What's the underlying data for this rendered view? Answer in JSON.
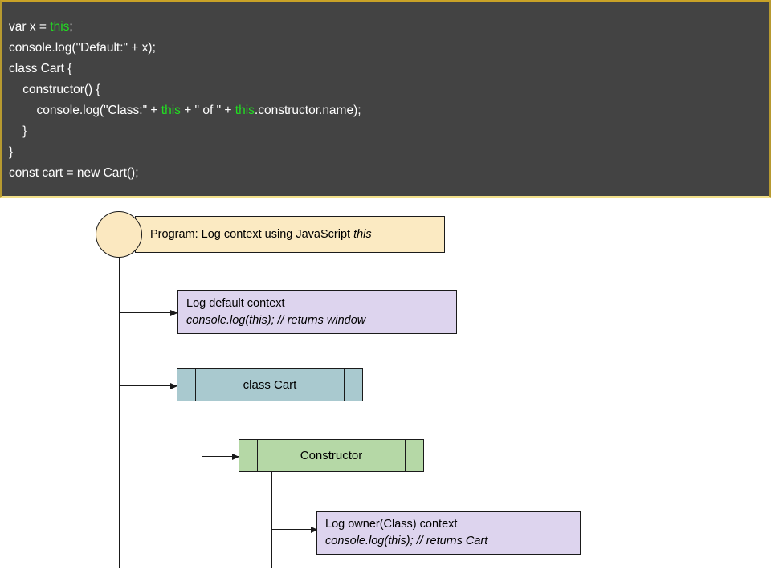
{
  "code_panel": {
    "language_hint": "javascript",
    "background": "#434343",
    "border_color": "#c9a227",
    "keyword_color": "#22dd22",
    "text_color": "#ffffff",
    "lines": [
      {
        "segments": [
          {
            "t": "var x = ",
            "k": false
          },
          {
            "t": "this",
            "k": true
          },
          {
            "t": ";",
            "k": false
          }
        ]
      },
      {
        "segments": [
          {
            "t": "console.log(\"Default:\" + x);",
            "k": false
          }
        ]
      },
      {
        "segments": [
          {
            "t": "class Cart {",
            "k": false
          }
        ]
      },
      {
        "segments": [
          {
            "t": "    constructor() {",
            "k": false
          }
        ]
      },
      {
        "segments": [
          {
            "t": "        console.log(\"Class:\" + ",
            "k": false
          },
          {
            "t": "this",
            "k": true
          },
          {
            "t": " + \" of \" + ",
            "k": false
          },
          {
            "t": "this",
            "k": true
          },
          {
            "t": ".constructor.name);",
            "k": false
          }
        ]
      },
      {
        "segments": [
          {
            "t": "    }",
            "k": false
          }
        ]
      },
      {
        "segments": [
          {
            "t": "}",
            "k": false
          }
        ]
      },
      {
        "segments": [
          {
            "t": "const cart = new Cart();",
            "k": false
          }
        ]
      }
    ]
  },
  "diagram": {
    "type": "sequence-flow",
    "background": "#ffffff",
    "start_node": {
      "shape": "circle",
      "color": "#fbe8c0"
    },
    "title_box": {
      "label_prefix": "Program: Log context using JavaScript ",
      "label_italic": "this",
      "color": "#fbeac2"
    },
    "nodes": [
      {
        "id": "log-default-context",
        "kind": "note",
        "color": "#ddd4ee",
        "line1": "Log default context",
        "line2": "console.log(this); // returns window"
      },
      {
        "id": "class-cart",
        "kind": "frame",
        "color": "#a9c9cf",
        "label": "class Cart"
      },
      {
        "id": "constructor",
        "kind": "frame",
        "color": "#b5d8a6",
        "label": "Constructor"
      },
      {
        "id": "log-owner-context",
        "kind": "note",
        "color": "#ddd4ee",
        "line1": "Log owner(Class) context",
        "line2": "console.log(this); // returns Cart"
      }
    ]
  }
}
